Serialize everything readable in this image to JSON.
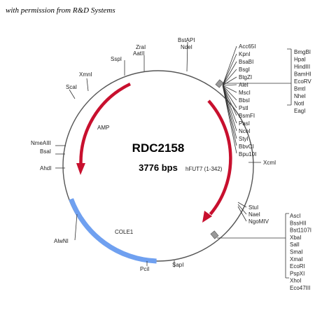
{
  "credit": "with permission from R&D Systems",
  "plasmid": {
    "name": "RDC2158",
    "size": "3776 bps"
  },
  "features": {
    "amp": "AMP",
    "hfut7": "hFUT7 (1-342)",
    "cole1": "COLE1"
  },
  "sites": {
    "bstapi": "BstAPI",
    "ndei": "NdeI",
    "zrai": "ZraI",
    "aatii": "AatII",
    "sspi": "SspI",
    "xmni": "XmnI",
    "scai": "ScaI",
    "nmeaiii": "NmeAIII",
    "bsai": "BsaI",
    "ahdi": "AhdI",
    "alwni": "AlwNI",
    "pcii": "PciI",
    "sapi": "SapI",
    "xcmi": "XcmI",
    "stui": "StuI",
    "naei": "NaeI",
    "ngomiv": "NgoMIV"
  },
  "mcs1_column": [
    "Acc65I",
    "KpnI",
    "BsaBI",
    "BsgI",
    "BtgZI",
    "AleI",
    "MscI",
    "BbsI",
    "PstI",
    "BsmFI",
    "PasI",
    "NcoI",
    "StyI",
    "BbvCI",
    "Bpu10I"
  ],
  "mcs1_box": [
    "BmgBI",
    "HpaI",
    "HindIII",
    "BamHI",
    "EcoRV",
    "BmtI",
    "NheI",
    "NotI",
    "EagI"
  ],
  "mcs2_box": [
    "AscI",
    "BssHII",
    "Bst1107I",
    "XbaI",
    "SalI",
    "SmaI",
    "XmaI",
    "EcoRI",
    "PspXI",
    "XhoI",
    "Eco47III"
  ],
  "colors": {
    "arrow": "#c8102e",
    "cole1": "#6fa0f0",
    "circle": "#555555",
    "marker": "#999999"
  }
}
